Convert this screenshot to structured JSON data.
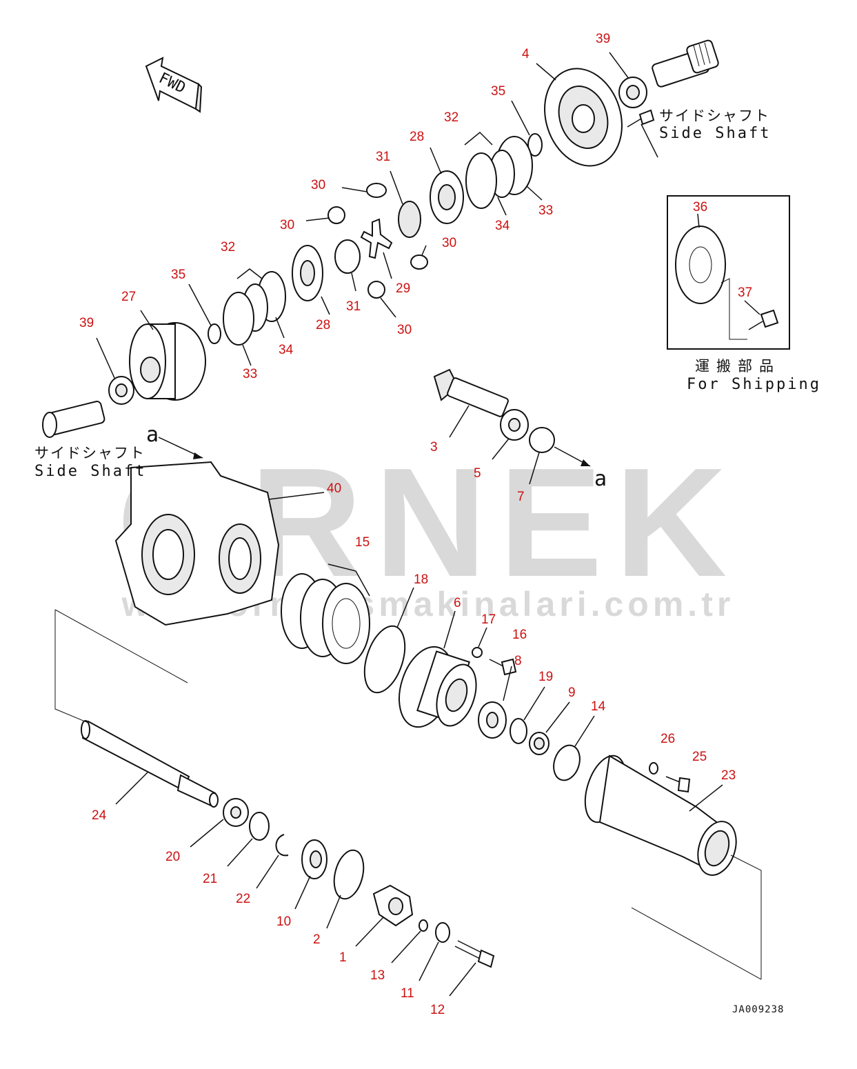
{
  "diagram": {
    "drawing_code": "JA009238",
    "fwd_label": "FWD",
    "side_shaft_jp": "サイドシャフト",
    "side_shaft_en": "Side Shaft",
    "for_shipping_jp": "運搬部品",
    "for_shipping_en": "For Shipping",
    "section_marker": "a",
    "label_color": "#cc1111"
  },
  "watermark": {
    "brand": "ORNEK",
    "url": "www.ornekismakinalari.com.tr",
    "color": "#d9d9d9"
  },
  "callouts": [
    "39",
    "4",
    "35",
    "32",
    "28",
    "31",
    "30",
    "30",
    "33",
    "34",
    "30",
    "32",
    "35",
    "27",
    "39",
    "29",
    "31",
    "28",
    "30",
    "34",
    "33",
    "36",
    "37",
    "3",
    "5",
    "7",
    "40",
    "15",
    "18",
    "6",
    "17",
    "16",
    "8",
    "19",
    "9",
    "14",
    "26",
    "25",
    "23",
    "24",
    "20",
    "21",
    "22",
    "10",
    "2",
    "1",
    "13",
    "11",
    "12"
  ]
}
